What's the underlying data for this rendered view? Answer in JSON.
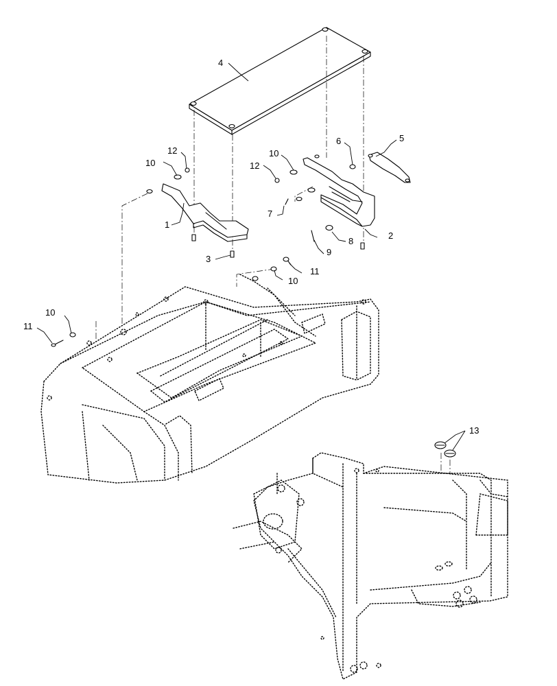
{
  "callouts": {
    "c1": "1",
    "c2": "2",
    "c3": "3",
    "c4": "4",
    "c5": "5",
    "c6": "6",
    "c7": "7",
    "c8": "8",
    "c9": "9",
    "c10a": "10",
    "c10b": "10",
    "c10c": "10",
    "c10d": "10",
    "c11a": "11",
    "c11b": "11",
    "c12a": "12",
    "c12b": "12",
    "c13": "13"
  }
}
